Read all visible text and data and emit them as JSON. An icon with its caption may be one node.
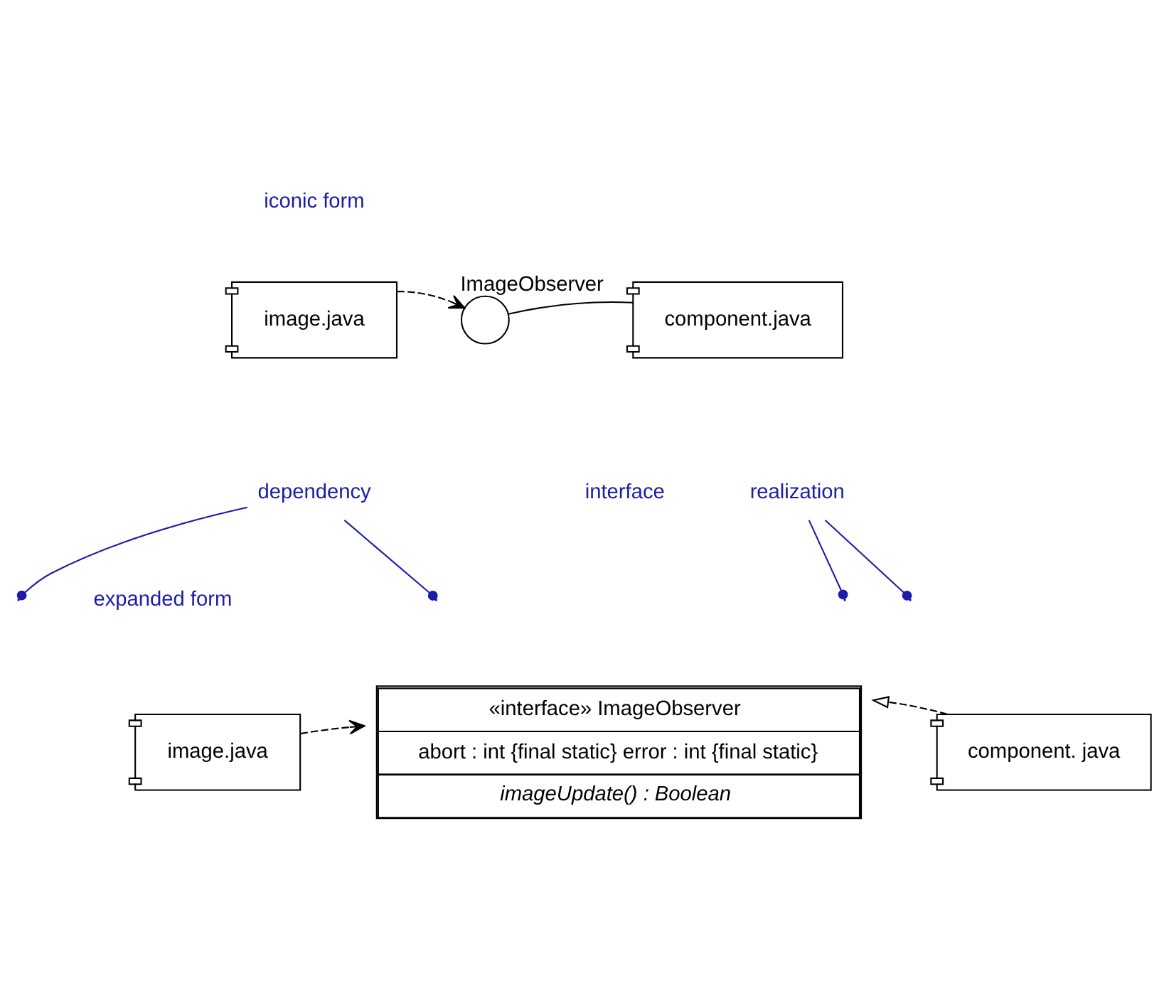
{
  "diagram": {
    "nodes": [
      {
        "text": [
          "image.java"
        ]
      },
      {
        "text": [],
        "shape": "circle",
        "beside": [
          "ImageObserver"
        ]
      },
      {
        "text": [
          "component.java"
        ]
      },
      {
        "text": [
          "image.java"
        ]
      },
      {
        "text": [
          "«interface» ImageObserver",
          "abort : int {final static} error : int {final static}",
          "imageUpdate() : Boolean"
        ]
      },
      {
        "text": [
          "component. java"
        ]
      },
      {
        "text": [
          "dependency"
        ]
      },
      {
        "text": [
          "realization"
        ]
      }
    ],
    "edges": [
      {
        "from": 0,
        "to": 1,
        "arrow": "to",
        "style": "dashed"
      },
      {
        "from": 2,
        "to": 1,
        "arrow": "none"
      },
      {
        "from": 3,
        "to": 4,
        "arrow": "to",
        "style": "dashed"
      },
      {
        "from": 5,
        "to": 4,
        "arrow": "to",
        "style": "dashed"
      },
      {
        "from": 6,
        "to": null,
        "arrow": "other",
        "color": "#1c1ca8"
      },
      {
        "from": 6,
        "to": null,
        "arrow": "other",
        "color": "#1c1ca8"
      },
      {
        "from": 7,
        "to": null,
        "arrow": "other",
        "color": "#1c1ca8"
      },
      {
        "from": 7,
        "to": null,
        "arrow": "other",
        "color": "#1c1ca8"
      }
    ],
    "labels": [
      "iconic form",
      "interface",
      "expanded form"
    ]
  }
}
